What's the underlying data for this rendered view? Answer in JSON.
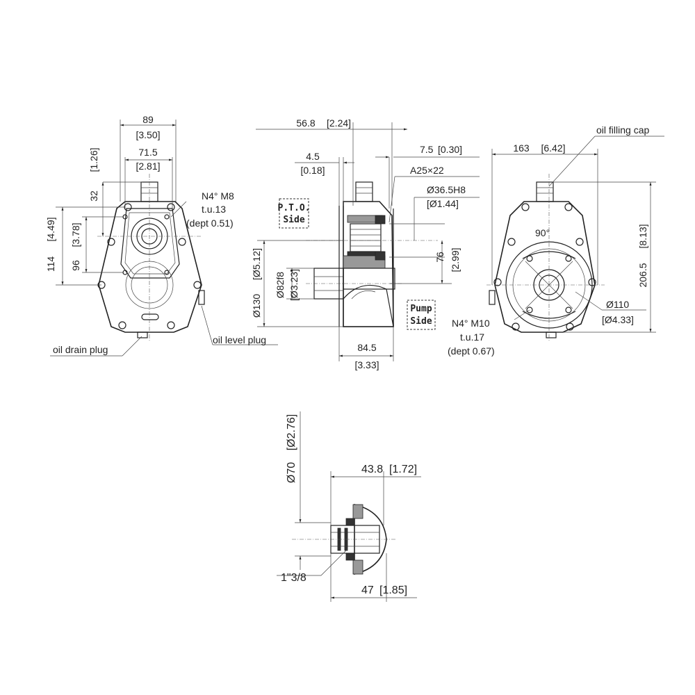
{
  "front_view": {
    "dims": {
      "width_overall": "89",
      "width_overall_in": "[3.50]",
      "width_inner": "71.5",
      "width_inner_in": "[2.81]",
      "height_top": "32",
      "height_top_in": "[1.26]",
      "height_114": "114",
      "height_114_in": "[4.49]",
      "height_96": "96",
      "height_96_in": "[3.78]"
    },
    "holes_line1": "N4°  M8",
    "holes_line2": "t.u.13",
    "holes_line3": "(dept 0.51)",
    "oil_drain": "oil drain plug",
    "oil_level": "oil level plug"
  },
  "side_view": {
    "dims": {
      "top_length": "56.8",
      "top_length_in": "[2.24]",
      "flange_4_5": "4.5",
      "flange_4_5_in": "[0.18]",
      "flange_7_5": "7.5",
      "flange_7_5_in": "[0.30]",
      "spline": "A25×22",
      "bore": "Ø36.5H8",
      "bore_in": "[Ø1.44]",
      "offset_76": "76",
      "offset_76_in": "[2.99]",
      "dia_130": "Ø130",
      "dia_130_in": "[Ø5.12]",
      "dia_82": "Ø82f8",
      "dia_82_in": "[Ø3.23]",
      "bottom_length": "84.5",
      "bottom_length_in": "[3.33]"
    },
    "pto_line1": "P.T.O.",
    "pto_line2": "Side",
    "pump_line1": "Pump",
    "pump_line2": "Side"
  },
  "rear_view": {
    "dims": {
      "width": "163",
      "width_in": "[6.42]",
      "height": "206.5",
      "height_in": "[8.13]",
      "dia_110": "Ø110",
      "dia_110_in": "[Ø4.33]",
      "angle": "90°"
    },
    "oil_cap": "oil filling cap",
    "holes_line1": "N4° M10",
    "holes_line2": "t.u.17",
    "holes_line3": "(dept 0.67)"
  },
  "detail_view": {
    "dia_70": "Ø70",
    "dia_70_in": "[Ø2.76]",
    "len_43_8": "43.8",
    "len_43_8_in": "[1.72]",
    "len_47": "47",
    "len_47_in": "[1.85]",
    "thread": "1\"3/8"
  }
}
